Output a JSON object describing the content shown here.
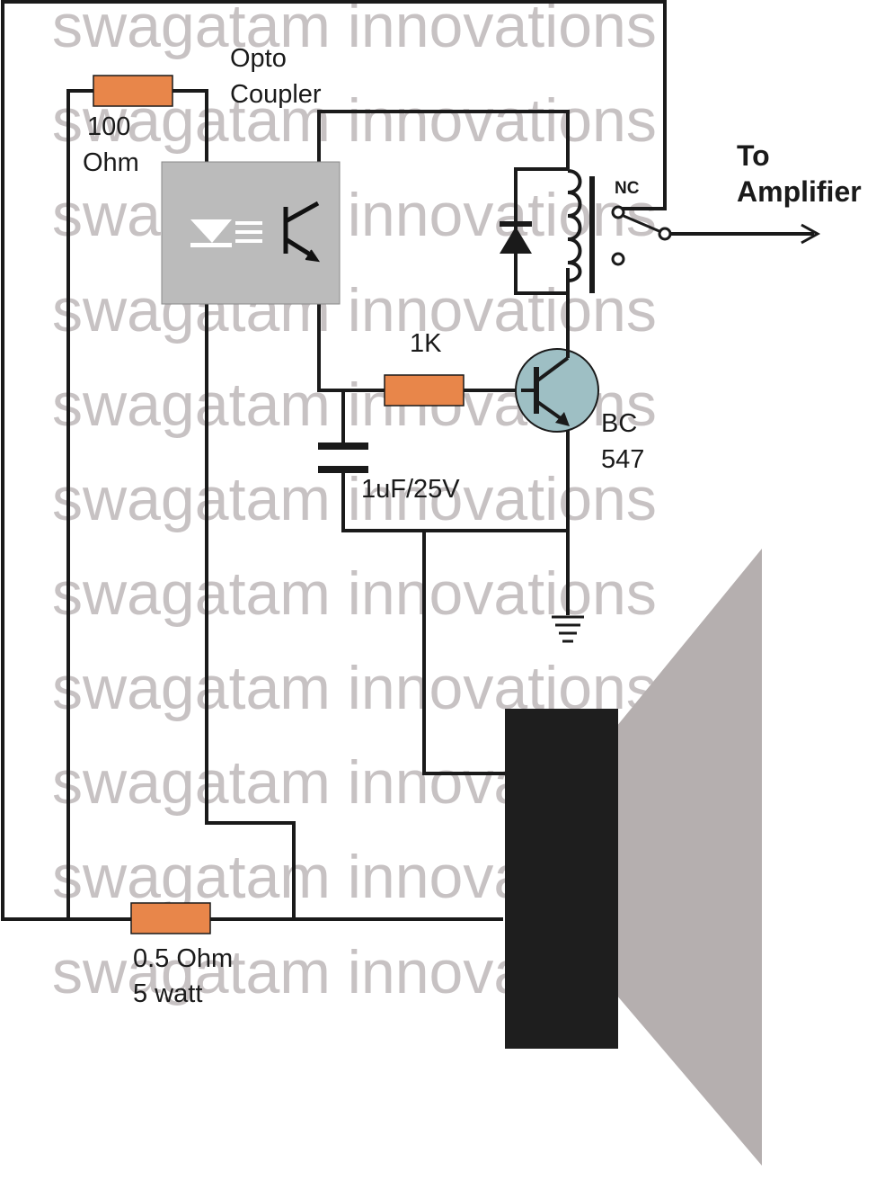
{
  "watermark": "swagatam innovations",
  "labels": {
    "opto_1": "Opto",
    "opto_2": "Coupler",
    "r100_1": "100",
    "r100_2": "Ohm",
    "r1k": "1K",
    "cap": "1uF/25V",
    "transistor_1": "BC",
    "transistor_2": "547",
    "nc": "NC",
    "to_1": "To",
    "to_2": "Amplifier",
    "r05_1": "0.5 Ohm",
    "r05_2": "5 watt"
  },
  "colors": {
    "resistor": "#e8864a",
    "optocoupler": "#bbbbbb",
    "transistor": "#9ebfc4",
    "speaker_magnet": "#1e1e1e",
    "speaker_cone": "#b5afaf",
    "wire": "#1a1a1a",
    "watermark": "#c7c2c3"
  },
  "icons": {
    "led": "led-icon",
    "phototransistor": "phototransistor-icon",
    "diode": "diode-icon",
    "ground": "ground-icon",
    "speaker": "speaker-icon"
  }
}
